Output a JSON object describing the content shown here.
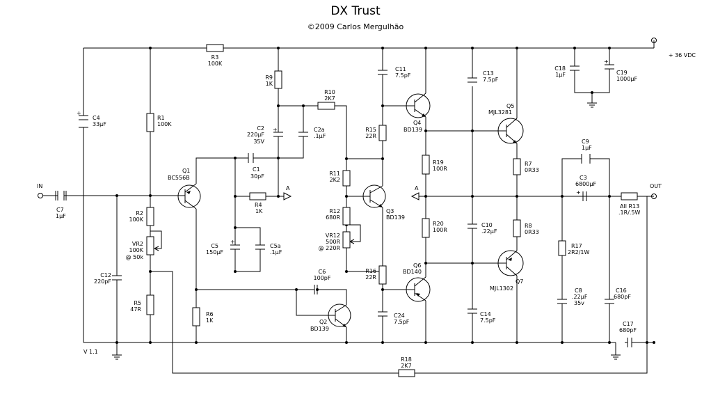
{
  "title": "DX Trust",
  "subtitle": "©2009 Carlos Mergulhão",
  "version": "V 1.1",
  "supply_label": "+ 36 VDC",
  "input_label": "IN",
  "output_label": "OUT",
  "node_a_label": "A",
  "components": {
    "r3": {
      "name": "R3",
      "value": "100K"
    },
    "r9": {
      "name": "R9",
      "value": "1K"
    },
    "r10": {
      "name": "R10",
      "value": "2K7"
    },
    "r1": {
      "name": "R1",
      "value": "100K"
    },
    "c4": {
      "name": "C4",
      "value": "33µF"
    },
    "c11": {
      "name": "C11",
      "value": "7.5pF"
    },
    "c13": {
      "name": "C13",
      "value": "7.5pF"
    },
    "c18": {
      "name": "C18",
      "value": "1µF"
    },
    "c19": {
      "name": "C19",
      "value": "1000µF"
    },
    "c2": {
      "name": "C2",
      "value": "220µF",
      "value2": "35V"
    },
    "c2a": {
      "name": "C2a",
      "value": ".1µF"
    },
    "r15": {
      "name": "R15",
      "value": "22R"
    },
    "q4": {
      "name": "Q4",
      "value": "BD139"
    },
    "q5": {
      "name": "Q5",
      "value": "MJL3281"
    },
    "q1": {
      "name": "Q1",
      "value": "BC556B"
    },
    "c1": {
      "name": "C1",
      "value": "30pF"
    },
    "r4": {
      "name": "R4",
      "value": "1K"
    },
    "r11": {
      "name": "R11",
      "value": "2K2"
    },
    "q3": {
      "name": "Q3",
      "value": "BD139"
    },
    "r19": {
      "name": "R19",
      "value": "100R"
    },
    "r7": {
      "name": "R7",
      "value": "0R33"
    },
    "c9": {
      "name": "C9",
      "value": "1µF"
    },
    "c3": {
      "name": "C3",
      "value": "6800µF"
    },
    "c7": {
      "name": "C7",
      "value": "1µF"
    },
    "r2": {
      "name": "R2",
      "value": "100K"
    },
    "r12": {
      "name": "R12",
      "value": "680R"
    },
    "r13": {
      "name": "All R13",
      "value": ".1R/.5W"
    },
    "vr12": {
      "name": "VR12",
      "value": "500R",
      "value2": "@ 220R"
    },
    "r20": {
      "name": "R20",
      "value": "100R"
    },
    "c10": {
      "name": "C10",
      "value": ".22µF"
    },
    "r8": {
      "name": "R8",
      "value": "0R33"
    },
    "vr2": {
      "name": "VR2",
      "value": "100K",
      "value2": "@ 50k"
    },
    "c5": {
      "name": "C5",
      "value": "150µF"
    },
    "c5a": {
      "name": "C5a",
      "value": ".1µF"
    },
    "r17": {
      "name": "R17",
      "value": "2R2/1W"
    },
    "c12": {
      "name": "C12",
      "value": "220pF"
    },
    "c6": {
      "name": "C6",
      "value": "100pF"
    },
    "r16": {
      "name": "R16",
      "value": "22R"
    },
    "q6": {
      "name": "Q6",
      "value": "BD140"
    },
    "q7": {
      "name": "Q7",
      "value": "MJL1302"
    },
    "r5": {
      "name": "R5",
      "value": "47R"
    },
    "r6": {
      "name": "R6",
      "value": "1K"
    },
    "c8": {
      "name": "C8",
      "value": ".22µF",
      "value2": "35v"
    },
    "c16": {
      "name": "C16",
      "value": "680pF"
    },
    "q2": {
      "name": "Q2",
      "value": "BD139"
    },
    "c24": {
      "name": "C24",
      "value": "7.5pF"
    },
    "c14": {
      "name": "C14",
      "value": "7.5pF"
    },
    "c17": {
      "name": "C17",
      "value": "680pF"
    },
    "r18": {
      "name": "R18",
      "value": "2K7"
    }
  }
}
